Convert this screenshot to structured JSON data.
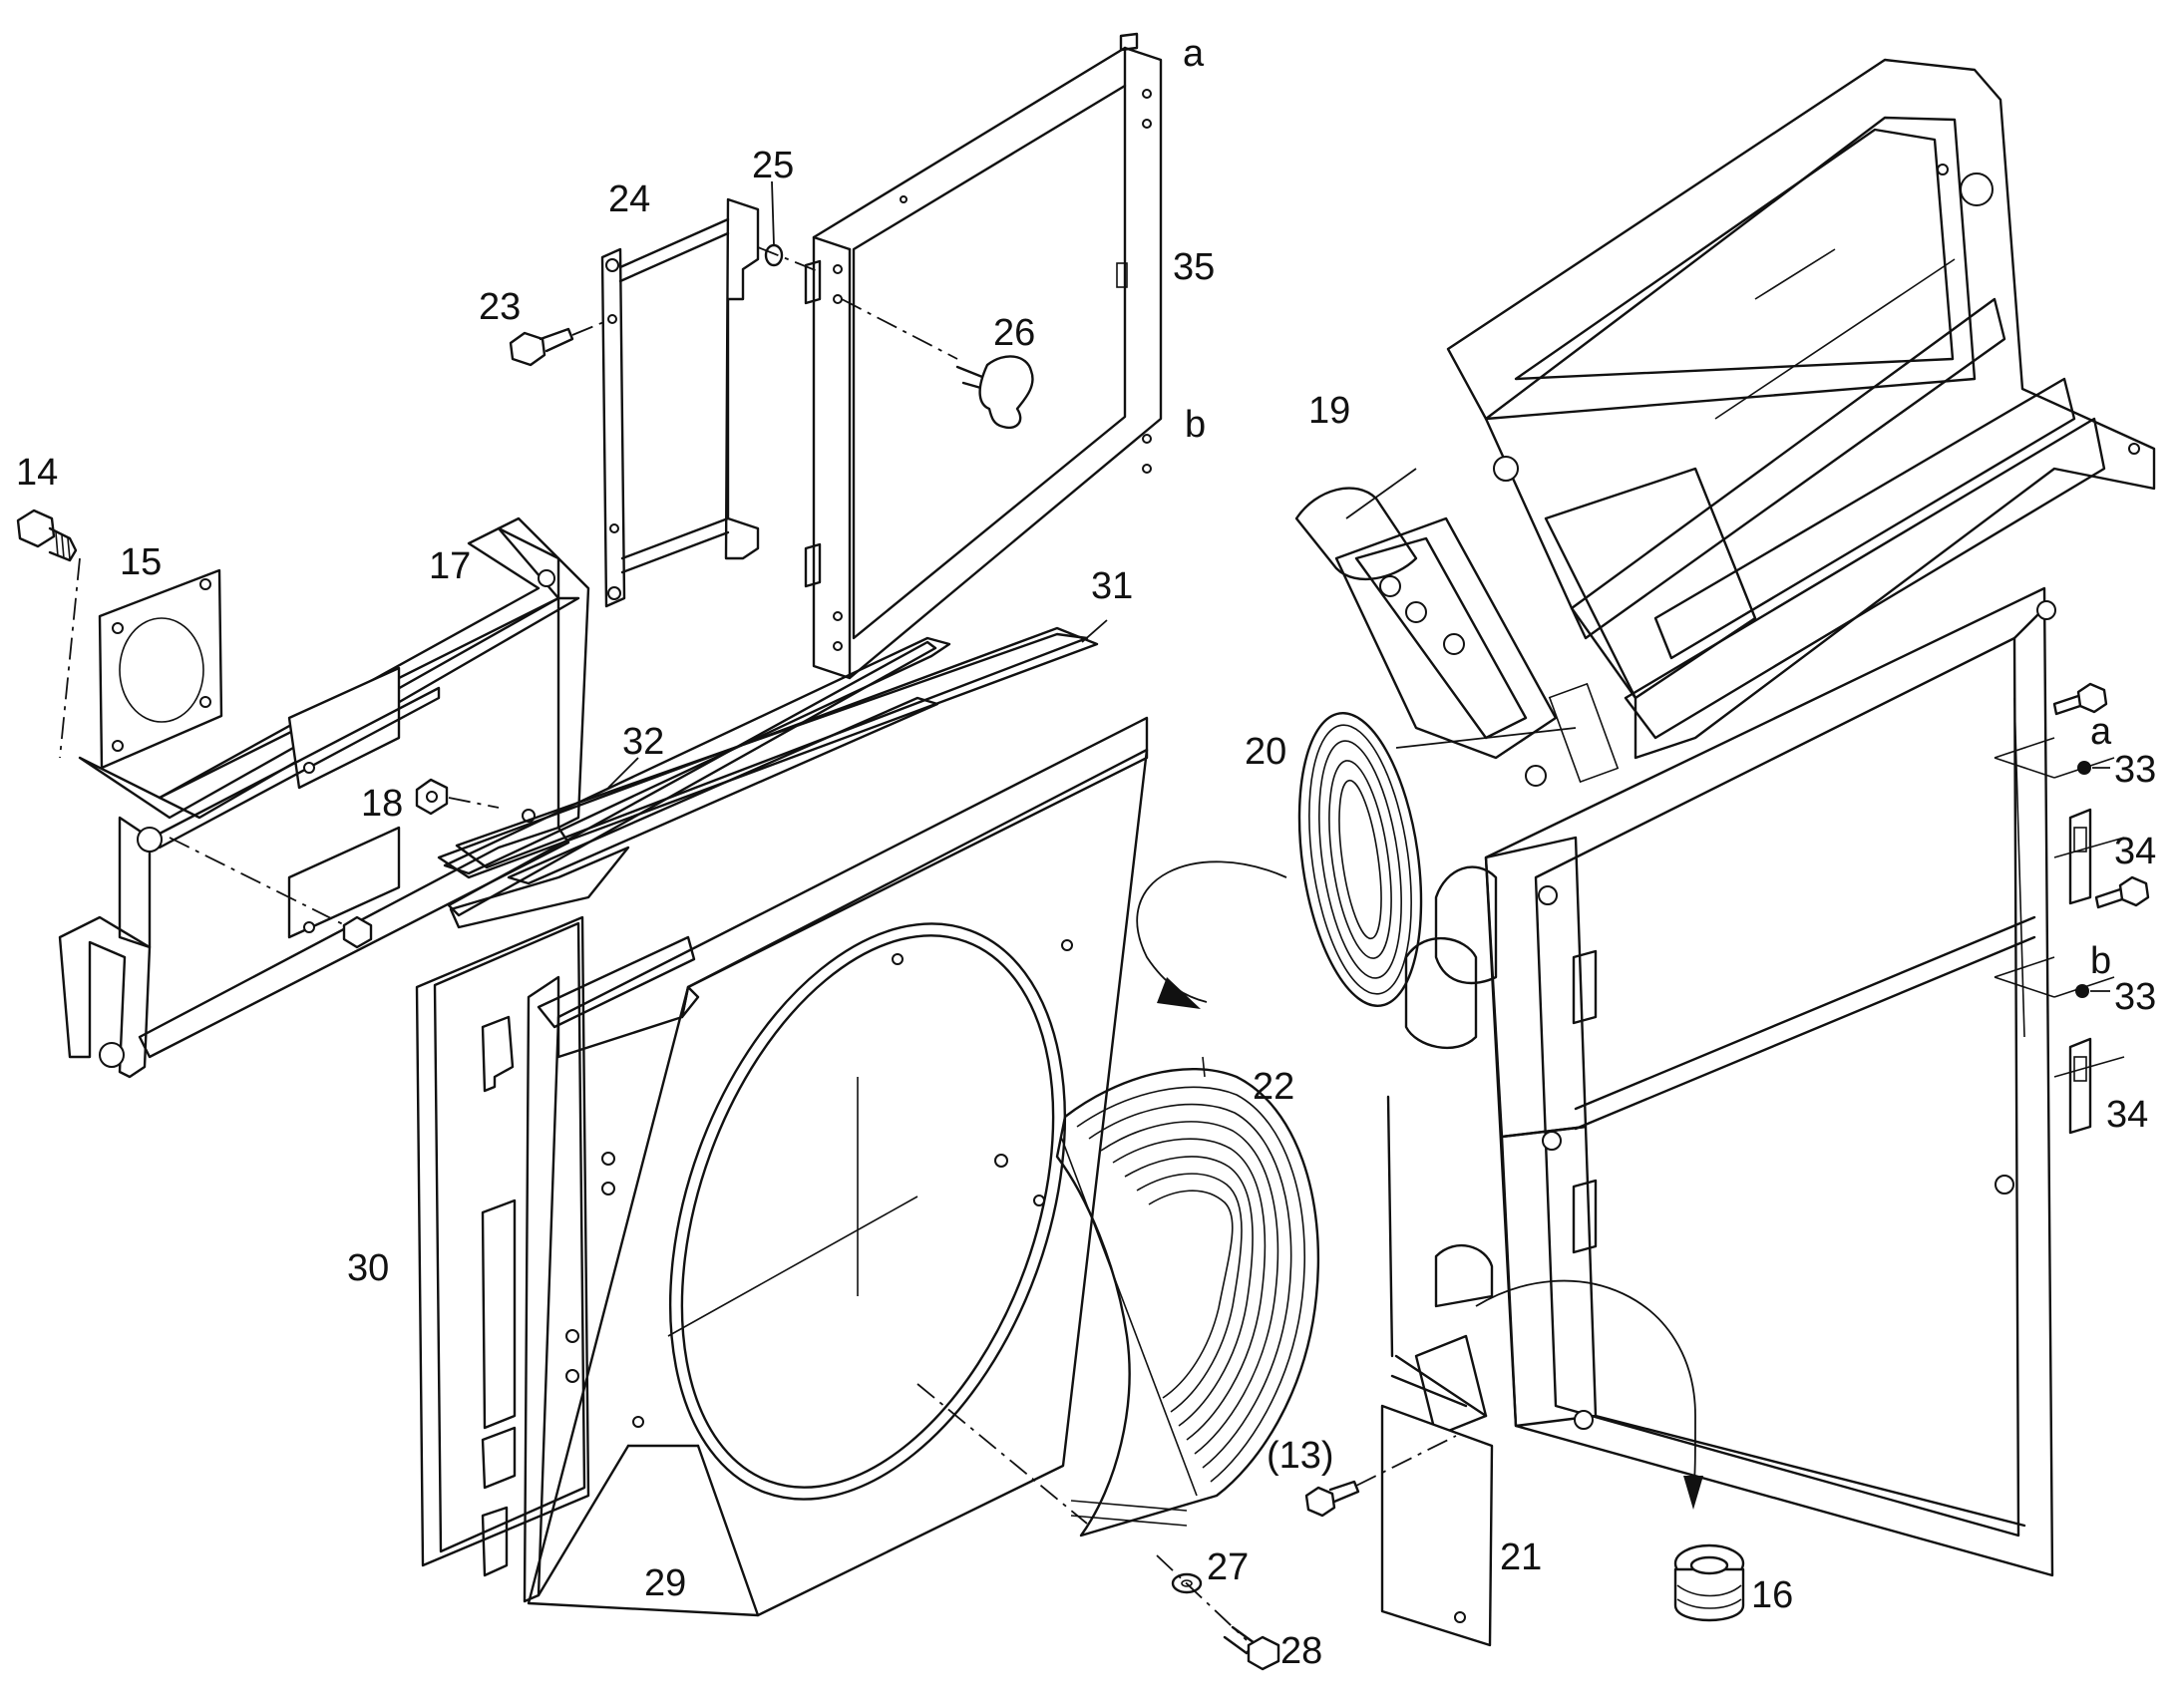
{
  "labels": {
    "l14": "14",
    "l15": "15",
    "l17": "17",
    "l18": "18",
    "l23": "23",
    "l24": "24",
    "l25": "25",
    "l26": "26",
    "l35": "35",
    "la_top": "a",
    "lb_top": "b",
    "l19": "19",
    "l20": "20",
    "l31": "31",
    "l32": "32",
    "l22": "22",
    "l30": "30",
    "l29": "29",
    "l27": "27",
    "l28": "28",
    "l13": "(13)",
    "l21": "21",
    "l16": "16",
    "l33a": "33",
    "l33b": "33",
    "l34a": "34",
    "l34b": "34",
    "la_right": "a",
    "lb_right": "b"
  }
}
